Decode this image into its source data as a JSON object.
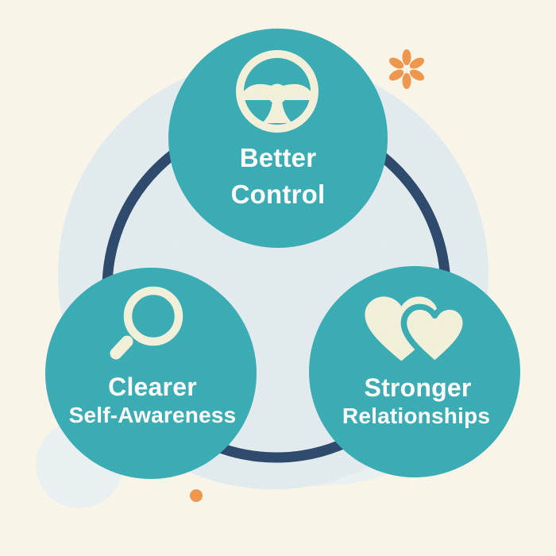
{
  "diagram": {
    "kind": "benefits-infographic",
    "nodes": [
      {
        "id": "better-control",
        "icon": "steering-wheel-icon",
        "line1": "Better",
        "line2": "Control"
      },
      {
        "id": "clearer-self-awareness",
        "icon": "magnifying-glass-icon",
        "line1": "Clearer",
        "line2": "Self-Awareness"
      },
      {
        "id": "stronger-relationships",
        "icon": "double-hearts-icon",
        "line1": "Stronger",
        "line2": "Relationships"
      }
    ],
    "decorations": [
      {
        "id": "asterisk-sparkle",
        "color": "#F0984F"
      },
      {
        "id": "accent-dot",
        "color": "#F0984F"
      }
    ],
    "colors": {
      "background_cream": "#FAF6EA",
      "node_teal": "#3BAEB5",
      "ring_navy": "#2E4A6D",
      "backdrop_pale_blue": "#E3ECEF",
      "backdrop_pale_blue_light": "#EBF2F4",
      "icon_cream": "#F4F1DB",
      "text_white": "#FFFFFF",
      "accent_orange": "#F0984F"
    }
  }
}
